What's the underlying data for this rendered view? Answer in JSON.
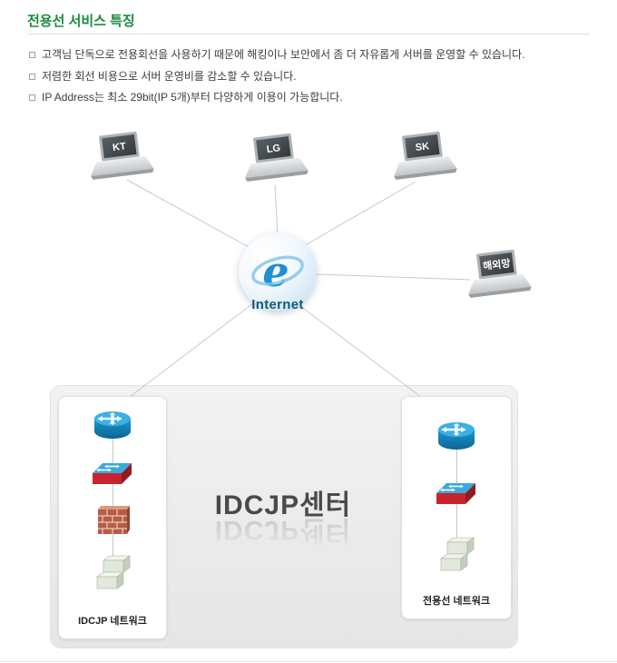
{
  "header": {
    "title": "전용선 서비스 특징",
    "bullets": [
      {
        "text": "고객님 단독으로 전용회선을 사용하기 때문에 해킹이나 보안에서 좀 더 자유롭게 서버를 운영할 수 있습니다."
      },
      {
        "text": "저렴한 회선 비용으로 서버 운영비를 감소할 수 있습니다."
      },
      {
        "text": "IP Address는 최소 29bit(IP 5개)부터 다양하게 이용이 가능합니다."
      }
    ]
  },
  "diagram": {
    "laptops": [
      {
        "id": "kt",
        "label": "KT"
      },
      {
        "id": "lg",
        "label": "LG"
      },
      {
        "id": "sk",
        "label": "SK"
      },
      {
        "id": "overseas",
        "label": "해외망"
      }
    ],
    "internet": {
      "label": "Internet",
      "logo_glyph": "e"
    },
    "datacenter": {
      "title": "IDCJP센터",
      "left_network": {
        "label": "IDCJP 네트워크",
        "devices": [
          "router",
          "switch",
          "firewall",
          "server-stack"
        ]
      },
      "right_network": {
        "label": "전용선 네트워크",
        "devices": [
          "router",
          "switch",
          "server-stack"
        ]
      }
    }
  },
  "colors": {
    "title_green": "#1d8a3d",
    "internet_label_teal": "#0d5c77",
    "connection_line_gray": "#c9c9c9",
    "router_blue": "#3ab0e4",
    "switch_red": "#c8242e",
    "firewall_brick": "#b85c44",
    "center_box_gray": "#ebebeb"
  }
}
